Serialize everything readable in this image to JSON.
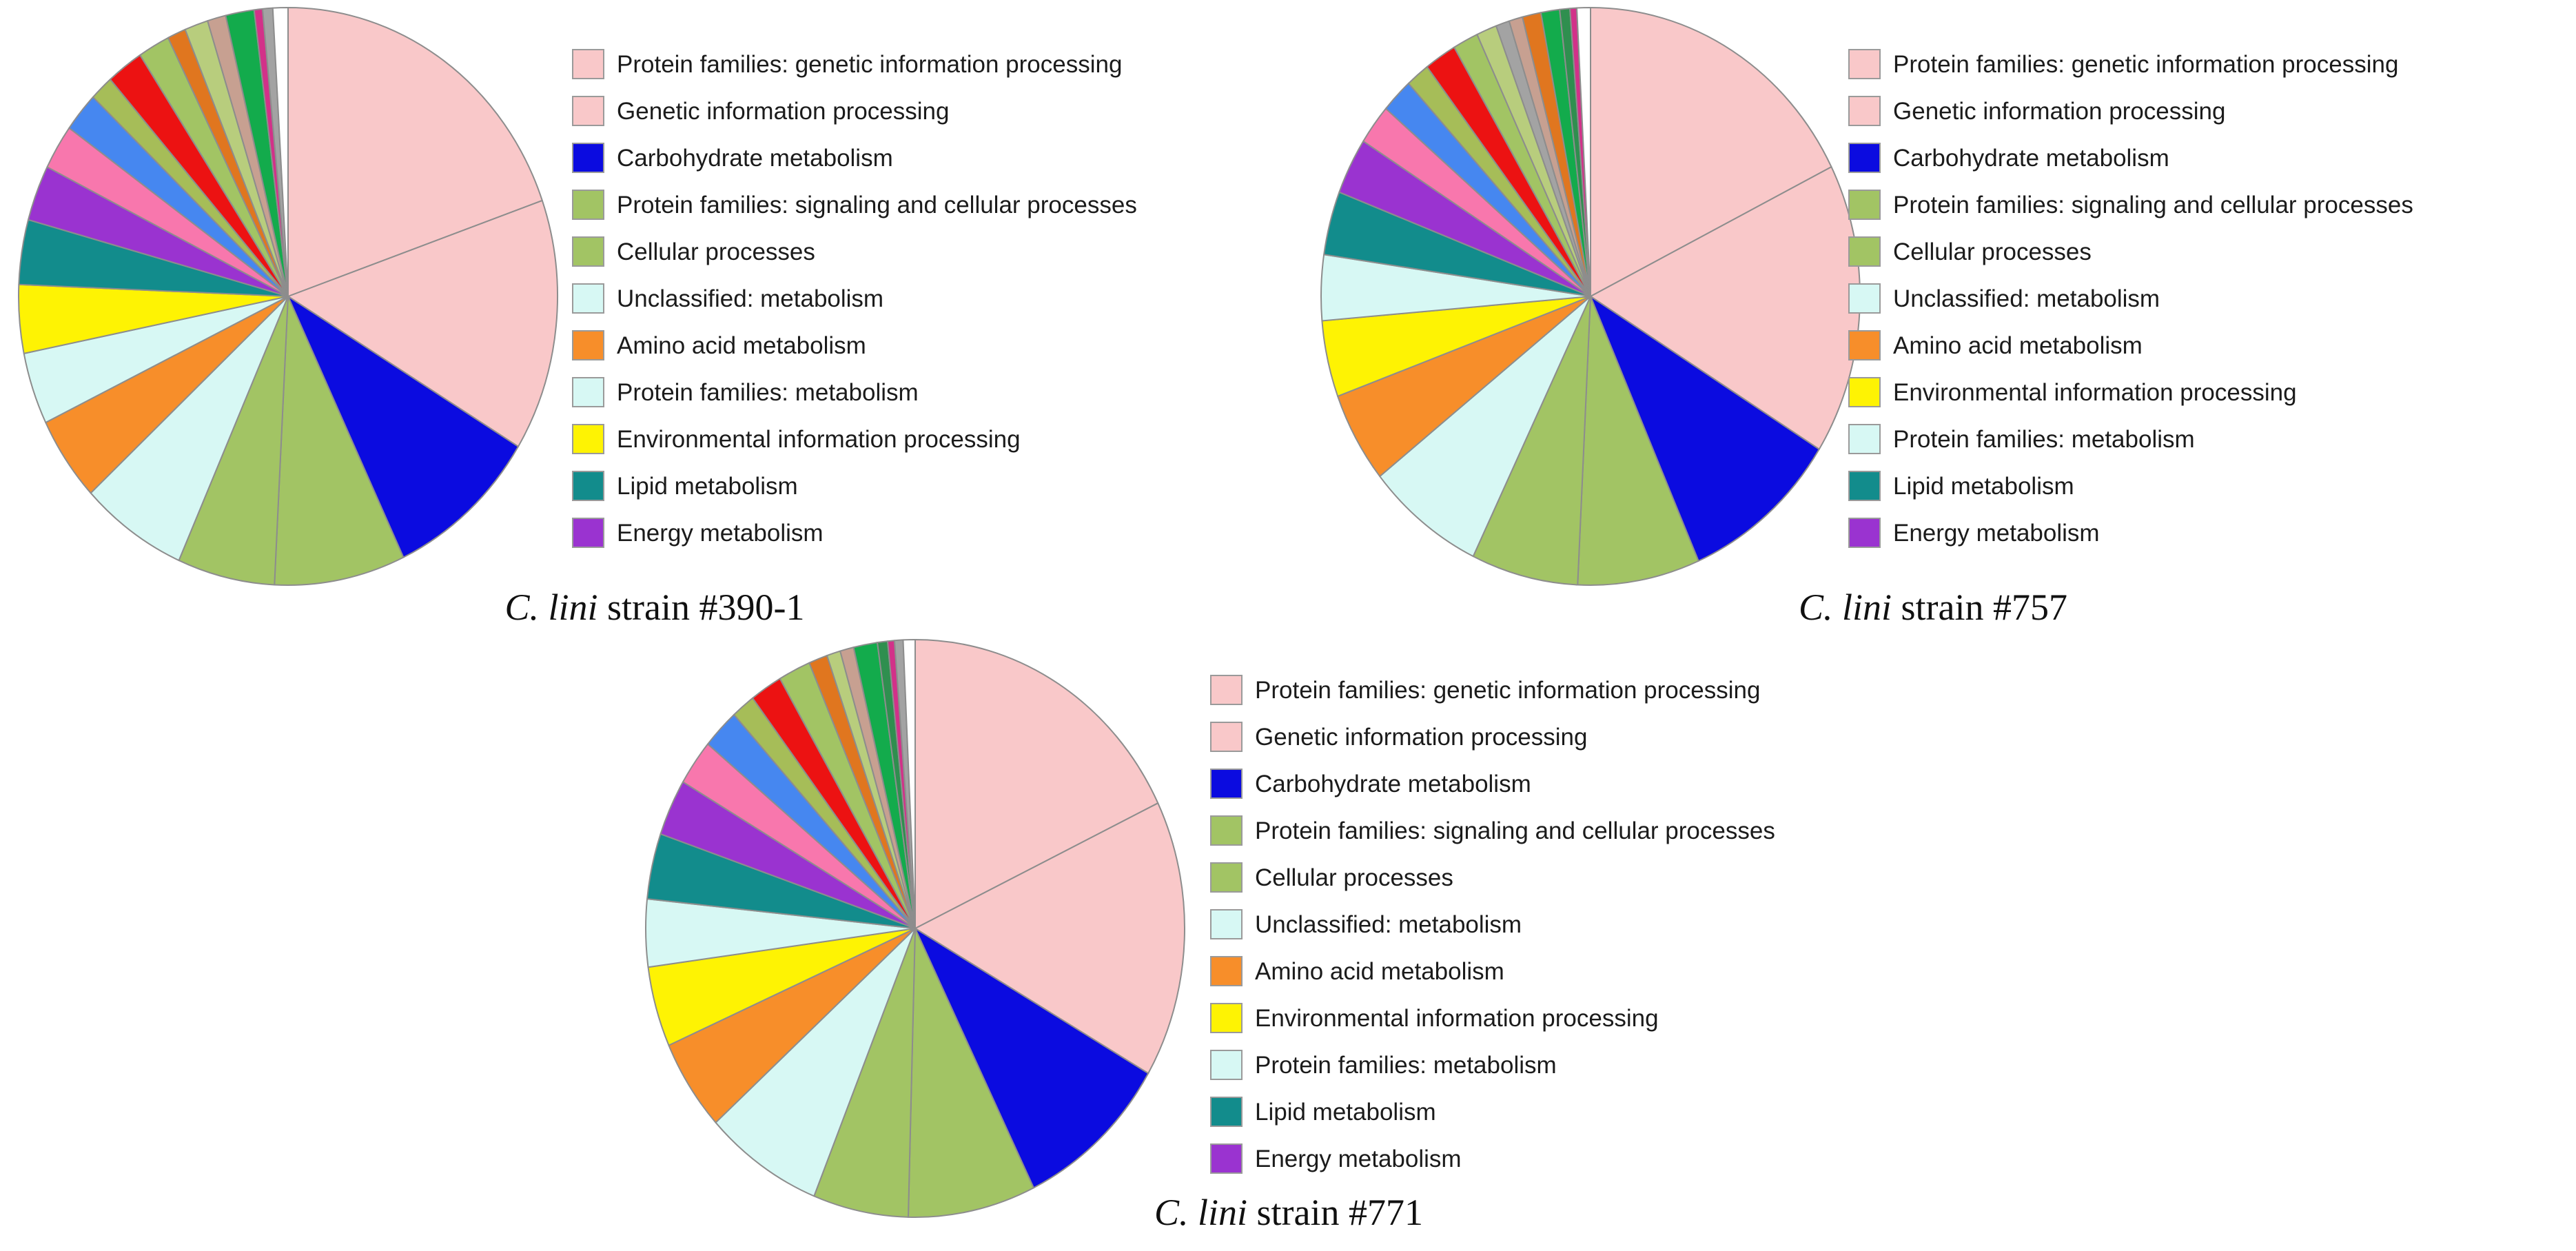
{
  "figure": {
    "background": "#ffffff",
    "slice_border_color": "#8d8d8d"
  },
  "charts": [
    {
      "caption": {
        "species": "C. lini",
        "rest": " strain #390-1"
      }
    },
    {
      "caption": {
        "species": "C. lini",
        "rest": " strain #757"
      }
    },
    {
      "caption": {
        "species": "C. lini",
        "rest": " strain #771"
      }
    }
  ],
  "chart_data": [
    {
      "type": "pie",
      "title": "C. lini strain #390-1",
      "legend_position": "right",
      "start_angle_deg": 0,
      "direction": "clockwise",
      "slices": [
        {
          "label": "Protein families: genetic information processing",
          "color": "#f9c8c9",
          "value": 19.5
        },
        {
          "label": "Genetic information processing",
          "color": "#f9c8c9",
          "value": 14.0
        },
        {
          "label": "Carbohydrate metabolism",
          "color": "#0b0be0",
          "value": 9.2
        },
        {
          "label": "Protein families: signaling and cellular processes",
          "color": "#a2c464",
          "value": 7.8
        },
        {
          "label": "Cellular processes",
          "color": "#a2c464",
          "value": 5.8
        },
        {
          "label": "Unclassified: metabolism",
          "color": "#d7f8f4",
          "value": 6.4
        },
        {
          "label": "Amino acid metabolism",
          "color": "#f78e2a",
          "value": 4.7
        },
        {
          "label": "Protein families: metabolism",
          "color": "#d7f8f4",
          "value": 4.0
        },
        {
          "label": "Environmental information processing",
          "color": "#fef303",
          "value": 3.8
        },
        {
          "label": "Lipid metabolism",
          "color": "#128c8c",
          "value": 3.6
        },
        {
          "label": "Energy metabolism",
          "color": "#9a33d0",
          "value": 3.1
        },
        {
          "label": "",
          "color": "#f877ad",
          "value": 2.5
        },
        {
          "label": "",
          "color": "#4687f0",
          "value": 2.2
        },
        {
          "label": "",
          "color": "#a6bd58",
          "value": 1.4
        },
        {
          "label": "",
          "color": "#ec1212",
          "value": 2.2
        },
        {
          "label": "",
          "color": "#a2c464",
          "value": 1.9
        },
        {
          "label": "",
          "color": "#e0761f",
          "value": 1.1
        },
        {
          "label": "",
          "color": "#b8cd7d",
          "value": 1.4
        },
        {
          "label": "",
          "color": "#c7a091",
          "value": 1.1
        },
        {
          "label": "",
          "color": "#13ab4c",
          "value": 1.7
        },
        {
          "label": "",
          "color": "#d23189",
          "value": 0.5
        },
        {
          "label": "",
          "color": "#a3a3a3",
          "value": 0.6
        },
        {
          "label": "",
          "color": "#ffffff",
          "value": 0.9
        }
      ]
    },
    {
      "type": "pie",
      "title": "C. lini strain #757",
      "legend_position": "right",
      "start_angle_deg": 0,
      "direction": "clockwise",
      "slices": [
        {
          "label": "Protein families: genetic information processing",
          "color": "#f9c8c9",
          "value": 17.3
        },
        {
          "label": "Genetic information processing",
          "color": "#f9c8c9",
          "value": 16.0
        },
        {
          "label": "Carbohydrate metabolism",
          "color": "#0b0be0",
          "value": 9.4
        },
        {
          "label": "Protein families: signaling and cellular processes",
          "color": "#a2c464",
          "value": 7.2
        },
        {
          "label": "Cellular processes",
          "color": "#a2c464",
          "value": 6.3
        },
        {
          "label": "Unclassified: metabolism",
          "color": "#d7f8f4",
          "value": 7.0
        },
        {
          "label": "Amino acid metabolism",
          "color": "#f78e2a",
          "value": 5.0
        },
        {
          "label": "Environmental information processing",
          "color": "#fef303",
          "value": 4.2
        },
        {
          "label": "Protein families: metabolism",
          "color": "#d7f8f4",
          "value": 3.6
        },
        {
          "label": "Lipid metabolism",
          "color": "#128c8c",
          "value": 3.5
        },
        {
          "label": "Energy metabolism",
          "color": "#9a33d0",
          "value": 3.1
        },
        {
          "label": "",
          "color": "#f877ad",
          "value": 2.2
        },
        {
          "label": "",
          "color": "#4687f0",
          "value": 1.9
        },
        {
          "label": "",
          "color": "#a6bd58",
          "value": 1.4
        },
        {
          "label": "",
          "color": "#ec1212",
          "value": 1.9
        },
        {
          "label": "",
          "color": "#a2c464",
          "value": 1.5
        },
        {
          "label": "",
          "color": "#b8cd7d",
          "value": 1.2
        },
        {
          "label": "",
          "color": "#a3a3a3",
          "value": 0.8
        },
        {
          "label": "",
          "color": "#c7a091",
          "value": 0.8
        },
        {
          "label": "",
          "color": "#e0761f",
          "value": 1.1
        },
        {
          "label": "",
          "color": "#13ab4c",
          "value": 1.1
        },
        {
          "label": "",
          "color": "#2f8f4f",
          "value": 0.6
        },
        {
          "label": "",
          "color": "#d23189",
          "value": 0.4
        },
        {
          "label": "",
          "color": "#ffffff",
          "value": 0.8
        }
      ]
    },
    {
      "type": "pie",
      "title": "C. lini strain #771",
      "legend_position": "right",
      "start_angle_deg": 0,
      "direction": "clockwise",
      "slices": [
        {
          "label": "Protein families: genetic information processing",
          "color": "#f9c8c9",
          "value": 17.5
        },
        {
          "label": "Genetic information processing",
          "color": "#f9c8c9",
          "value": 15.2
        },
        {
          "label": "Carbohydrate metabolism",
          "color": "#0b0be0",
          "value": 9.2
        },
        {
          "label": "Protein families: signaling and cellular processes",
          "color": "#a2c464",
          "value": 7.5
        },
        {
          "label": "Cellular processes",
          "color": "#a2c464",
          "value": 5.6
        },
        {
          "label": "Unclassified: metabolism",
          "color": "#d7f8f4",
          "value": 7.0
        },
        {
          "label": "Amino acid metabolism",
          "color": "#f78e2a",
          "value": 5.0
        },
        {
          "label": "Environmental information processing",
          "color": "#fef303",
          "value": 4.4
        },
        {
          "label": "Protein families: metabolism",
          "color": "#d7f8f4",
          "value": 3.7
        },
        {
          "label": "Lipid metabolism",
          "color": "#128c8c",
          "value": 3.6
        },
        {
          "label": "Energy metabolism",
          "color": "#9a33d0",
          "value": 3.1
        },
        {
          "label": "",
          "color": "#f877ad",
          "value": 2.5
        },
        {
          "label": "",
          "color": "#4687f0",
          "value": 2.2
        },
        {
          "label": "",
          "color": "#a6bd58",
          "value": 1.4
        },
        {
          "label": "",
          "color": "#ec1212",
          "value": 1.9
        },
        {
          "label": "",
          "color": "#a2c464",
          "value": 1.9
        },
        {
          "label": "",
          "color": "#e0761f",
          "value": 1.1
        },
        {
          "label": "",
          "color": "#b8cd7d",
          "value": 0.8
        },
        {
          "label": "",
          "color": "#c7a091",
          "value": 0.8
        },
        {
          "label": "",
          "color": "#13ab4c",
          "value": 1.4
        },
        {
          "label": "",
          "color": "#2f8f4f",
          "value": 0.6
        },
        {
          "label": "",
          "color": "#d23189",
          "value": 0.4
        },
        {
          "label": "",
          "color": "#a3a3a3",
          "value": 0.5
        },
        {
          "label": "",
          "color": "#ffffff",
          "value": 0.7
        }
      ]
    }
  ]
}
